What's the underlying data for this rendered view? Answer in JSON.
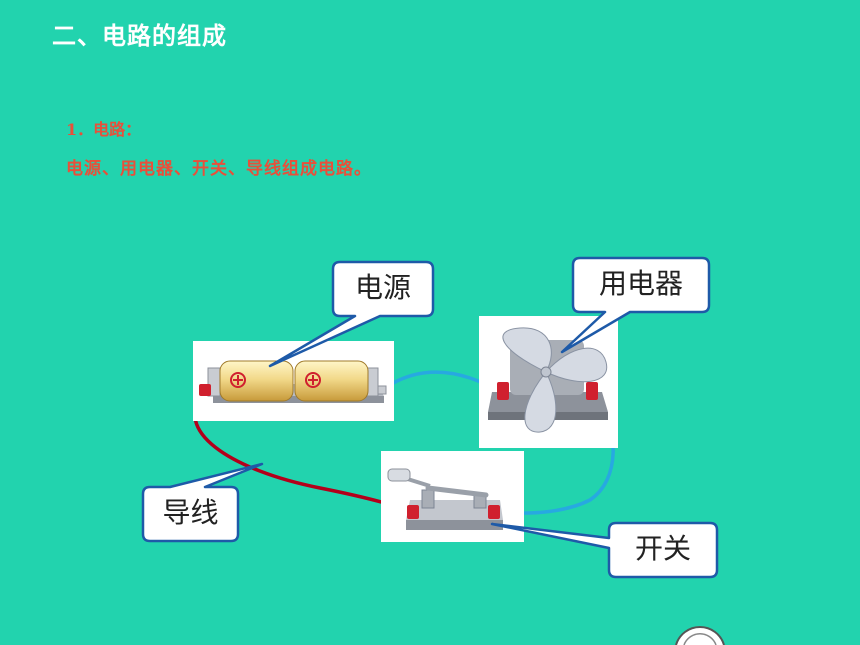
{
  "slide": {
    "title": "二、电路的组成",
    "point_label": "1．电路：",
    "point_text": "电源、用电器、开关、导线组成电路。"
  },
  "diagram": {
    "labels": {
      "power_source": "电源",
      "appliance": "用电器",
      "wire": "导线",
      "switch": "开关"
    },
    "colors": {
      "background": "#22D3AE",
      "heading_text": "#FFFFFF",
      "body_text": "#E8503A",
      "callout_border": "#1E5AA8",
      "wire_red": "#B3001B",
      "wire_blue": "#27A9E1"
    }
  }
}
